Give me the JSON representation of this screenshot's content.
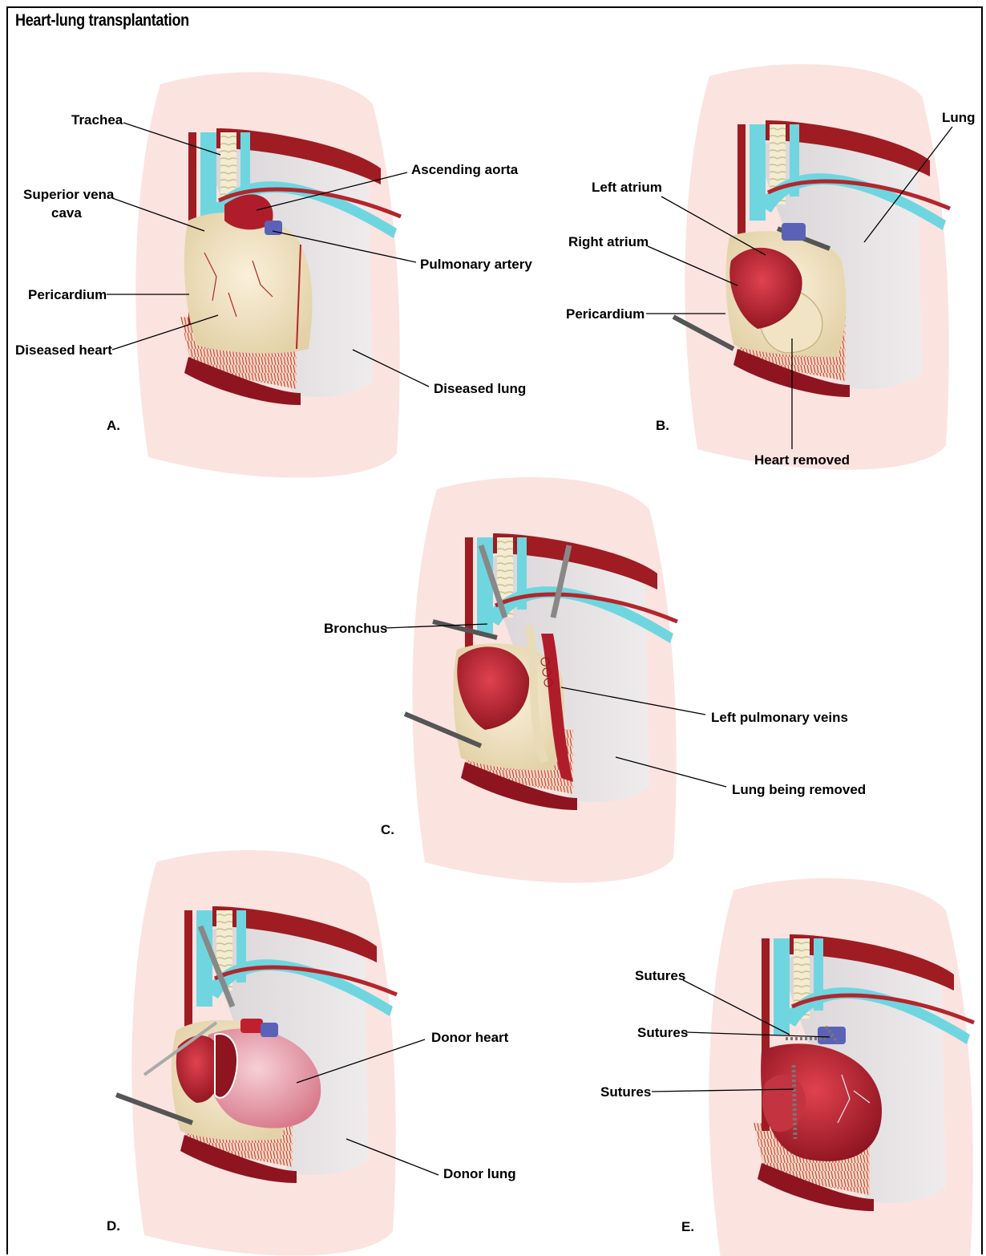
{
  "title": "Heart-lung transplantation",
  "panels": {
    "A": {
      "letter": "A.",
      "labels": {
        "trachea": "Trachea",
        "superior_vena_cava_1": "Superior vena",
        "superior_vena_cava_2": "cava",
        "ascending_aorta": "Ascending aorta",
        "pulmonary_artery": "Pulmonary artery",
        "pericardium": "Pericardium",
        "diseased_heart": "Diseased heart",
        "diseased_lung": "Diseased lung"
      }
    },
    "B": {
      "letter": "B.",
      "labels": {
        "lung": "Lung",
        "left_atrium": "Left atrium",
        "right_atrium": "Right atrium",
        "pericardium": "Pericardium",
        "heart_removed": "Heart removed"
      }
    },
    "C": {
      "letter": "C.",
      "labels": {
        "bronchus": "Bronchus",
        "left_pulmonary_veins": "Left pulmonary veins",
        "lung_being_removed": "Lung being removed"
      }
    },
    "D": {
      "letter": "D.",
      "labels": {
        "donor_heart": "Donor heart",
        "donor_lung": "Donor lung"
      }
    },
    "E": {
      "letter": "E.",
      "labels": {
        "sutures_1": "Sutures",
        "sutures_2": "Sutures",
        "sutures_3": "Sutures"
      }
    }
  },
  "colors": {
    "skin_bg": "#fbe3e0",
    "muscle": "#9e1c22",
    "vein": "#6fd6e0",
    "lung": "#e4e1e3",
    "pericardium": "#efe2c2",
    "heart": "#c0202e",
    "donor_heart": "#eaa4b0",
    "artery_blue": "#5a62b8"
  }
}
